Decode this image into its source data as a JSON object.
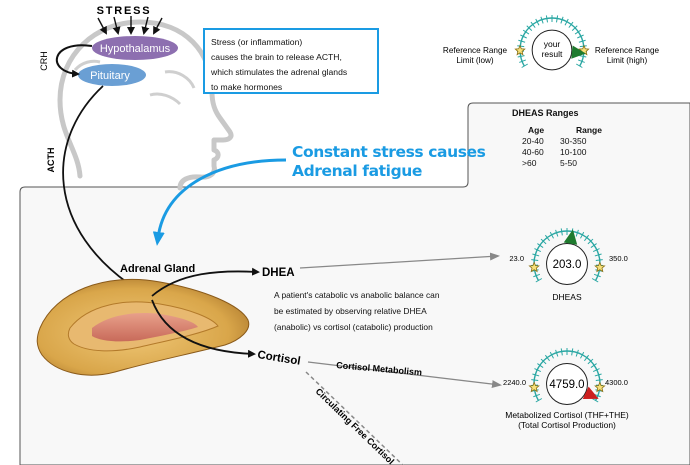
{
  "brain": {
    "stress_label": "STRESS",
    "crh_label": "CRH",
    "hypothalamus_label": "Hypothalamus",
    "pituitary_label": "Pituitary",
    "acth_label": "ACTH"
  },
  "callout": {
    "lines": [
      "Stress (or inflammation)",
      "causes the brain to release ACTH,",
      "which stimulates the adrenal glands",
      "to make hormones"
    ]
  },
  "legend_gauge": {
    "center_label_line1": "your",
    "center_label_line2": "result",
    "low_label_line1": "Reference Range",
    "low_label_line2": "Limit (low)",
    "high_label_line1": "Reference Range",
    "high_label_line2": "Limit (high)"
  },
  "dhea_ranges": {
    "title": "DHEAS Ranges",
    "headers": [
      "Age",
      "Range"
    ],
    "rows": [
      [
        "20-40",
        "30-350"
      ],
      [
        "40-60",
        "10-100"
      ],
      [
        ">60",
        "5-50"
      ]
    ]
  },
  "headline": {
    "line1": "Constant stress causes",
    "line2": "Adrenal fatigue"
  },
  "adrenal": {
    "gland_label": "Adrenal Gland",
    "dhea_label": "DHEA",
    "cortisol_label": "Cortisol",
    "cortisol_metabolism_label": "Cortisol Metabolism",
    "free_cortisol_label": "Circulating Free Cortisol",
    "balance_lines": [
      "A patient's catabolic vs anabolic balance can",
      "be estimated by observing relative DHEA",
      "(anabolic) vs cortisol (catabolic) production"
    ]
  },
  "gauges": [
    {
      "name": "DHEAS",
      "caption_line1": "DHEAS",
      "caption_line2": "",
      "value": 203.0,
      "value_text": "203.0",
      "low": 23.0,
      "low_text": "23.0",
      "high": 350.0,
      "high_text": "350.0",
      "pointer_color": "#1e7a2e"
    },
    {
      "name": "Metabolized Cortisol",
      "caption_line1": "Metabolized Cortisol (THF+THE)",
      "caption_line2": "(Total Cortisol Production)",
      "value": 4759.0,
      "value_text": "4759.0",
      "low": 2240.0,
      "low_text": "2240.0",
      "high": 4300.0,
      "high_text": "4300.0",
      "pointer_color": "#cc1f1f"
    }
  ],
  "colors": {
    "accent_blue": "#1a9be3",
    "hypothalamus": "#8d6fb0",
    "pituitary": "#6a9fd4",
    "gauge_teal": "#2aa7a3",
    "adrenal_outer": "#d9a64a",
    "adrenal_inner": "#d98570"
  }
}
